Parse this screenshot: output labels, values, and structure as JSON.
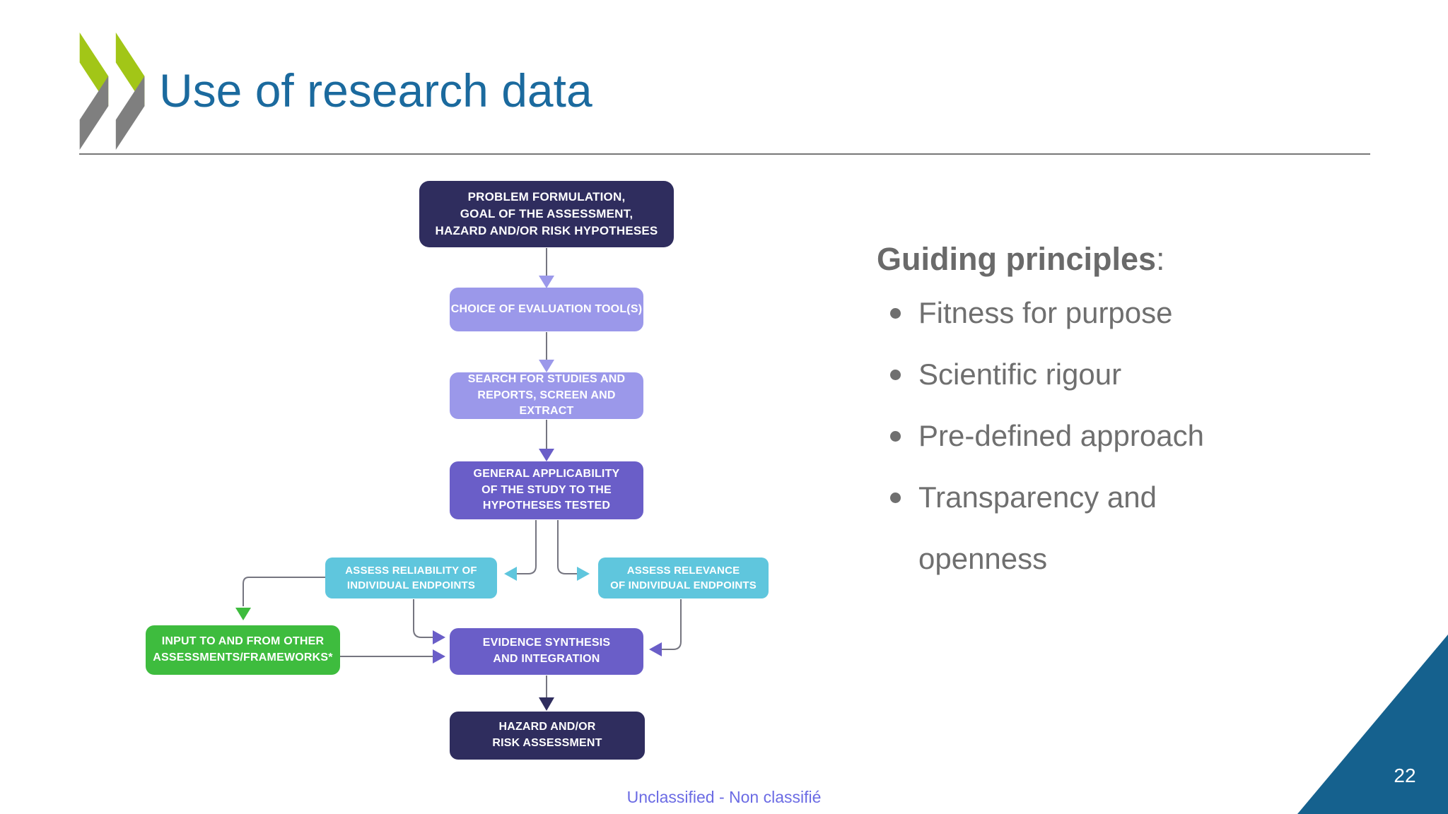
{
  "slide": {
    "title": "Use of research data",
    "page_number": "22",
    "footer_text": "Unclassified - Non classifié"
  },
  "guiding_principles": {
    "heading": "Guiding principles",
    "heading_suffix": ":",
    "items": [
      "Fitness for purpose",
      "Scientific rigour",
      "Pre-defined approach",
      "Transparency and openness"
    ]
  },
  "flowchart": {
    "boxes": {
      "problem_formulation": "PROBLEM FORMULATION,\nGOAL OF THE ASSESSMENT,\nHAZARD AND/OR RISK HYPOTHESES",
      "choice_of_tools": "CHOICE OF EVALUATION TOOL(S)",
      "search_studies": "SEARCH FOR STUDIES AND\nREPORTS, SCREEN AND EXTRACT",
      "general_applicability": "GENERAL APPLICABILITY\nOF THE STUDY TO THE\nHYPOTHESES TESTED",
      "assess_reliability": "ASSESS RELIABILITY OF\nINDIVIDUAL ENDPOINTS",
      "assess_relevance": "ASSESS RELEVANCE\nOF INDIVIDUAL ENDPOINTS",
      "input_other_frameworks": "INPUT TO AND FROM OTHER\nASSESSMENTS/FRAMEWORKS*",
      "evidence_synthesis": "EVIDENCE SYNTHESIS\nAND INTEGRATION",
      "hazard_risk_assessment": "HAZARD AND/OR\nRISK ASSESSMENT"
    },
    "colors": {
      "dark_navy": "#2f2d5e",
      "lavender": "#9b98ea",
      "purple": "#6a5ec8",
      "teal": "#5fc6dd",
      "green": "#3ebc3e",
      "connector_gray": "#757580"
    }
  },
  "theme": {
    "title_blue": "#1b6a9e",
    "logo_green": "#a2c617",
    "logo_gray": "#7f7f7f",
    "text_gray": "#6a6a6a",
    "footer_blue": "#6b6be4",
    "corner_triangle_blue": "#15618e"
  }
}
